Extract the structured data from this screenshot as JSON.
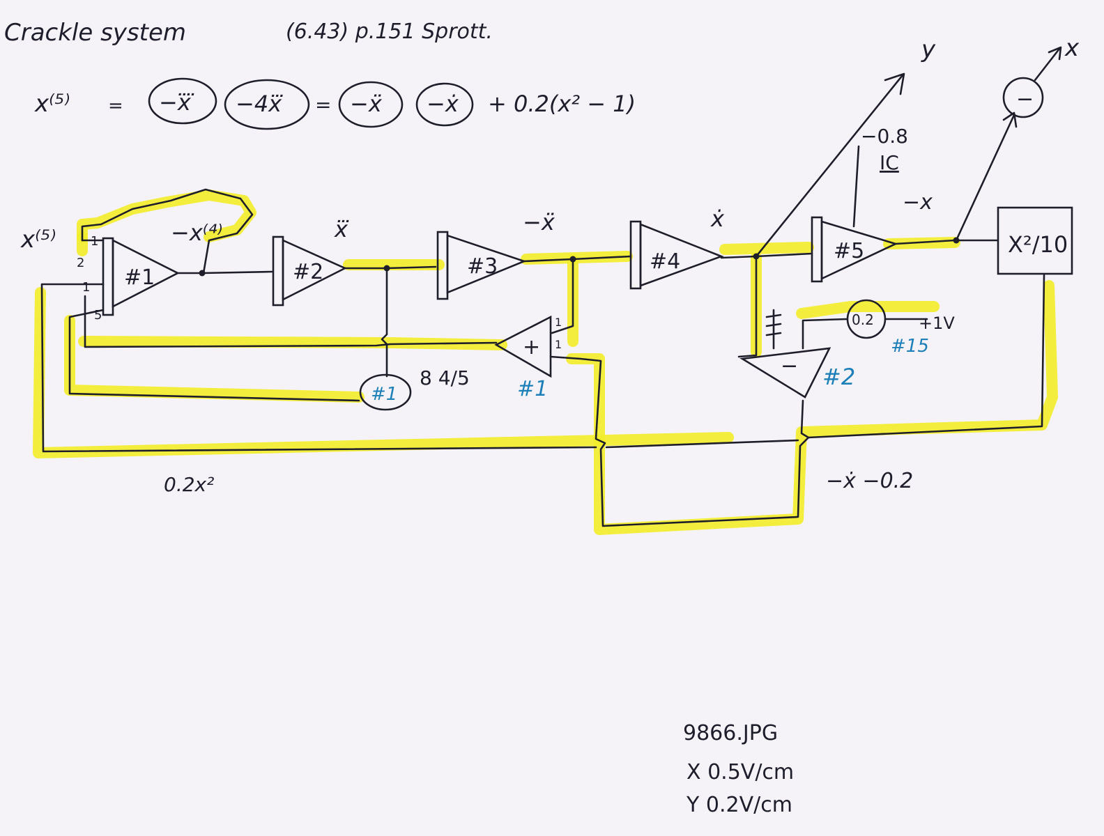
{
  "header": {
    "title": "Crackle system",
    "reference": "(6.43) p.151 Sprott."
  },
  "equation": {
    "lhs": "x⁽⁵⁾",
    "equals": "=",
    "terms": [
      "−x⃜",
      "−4x⃛",
      "=",
      "−ẍ",
      "−ẋ",
      "+ 0.2(x² − 1)"
    ]
  },
  "labels": {
    "x5": "x⁽⁵⁾",
    "x4": "−x⁽⁴⁾",
    "x3": "x⃛",
    "x2": "−ẍ",
    "x1": "ẋ",
    "xneg": "−x",
    "ic": "−0.8",
    "ic_tag": "IC",
    "y_out": "y",
    "x_out": "x",
    "x2_term": "0.2x²",
    "offset": "−ẋ −0.2",
    "gain": "8 4/5",
    "supply": "+1V"
  },
  "blocks": {
    "int1": "#1",
    "int2": "#2",
    "int3": "#3",
    "int4": "#4",
    "int5": "#5",
    "square": "X²/10",
    "pot1": "#1",
    "pot_02": "0.2",
    "pot15": "#15",
    "sum_plus": "+",
    "sum_plus_id": "#1",
    "sum_minus": "−",
    "sum_minus_id": "#2",
    "inverter": "−",
    "input_weights": [
      "1",
      "2",
      "1",
      "5"
    ],
    "plus_inputs": [
      "1",
      "1"
    ]
  },
  "footer": {
    "file": "9866.JPG",
    "x_scale": "X  0.5V/cm",
    "y_scale": "Y  0.2V/cm"
  }
}
